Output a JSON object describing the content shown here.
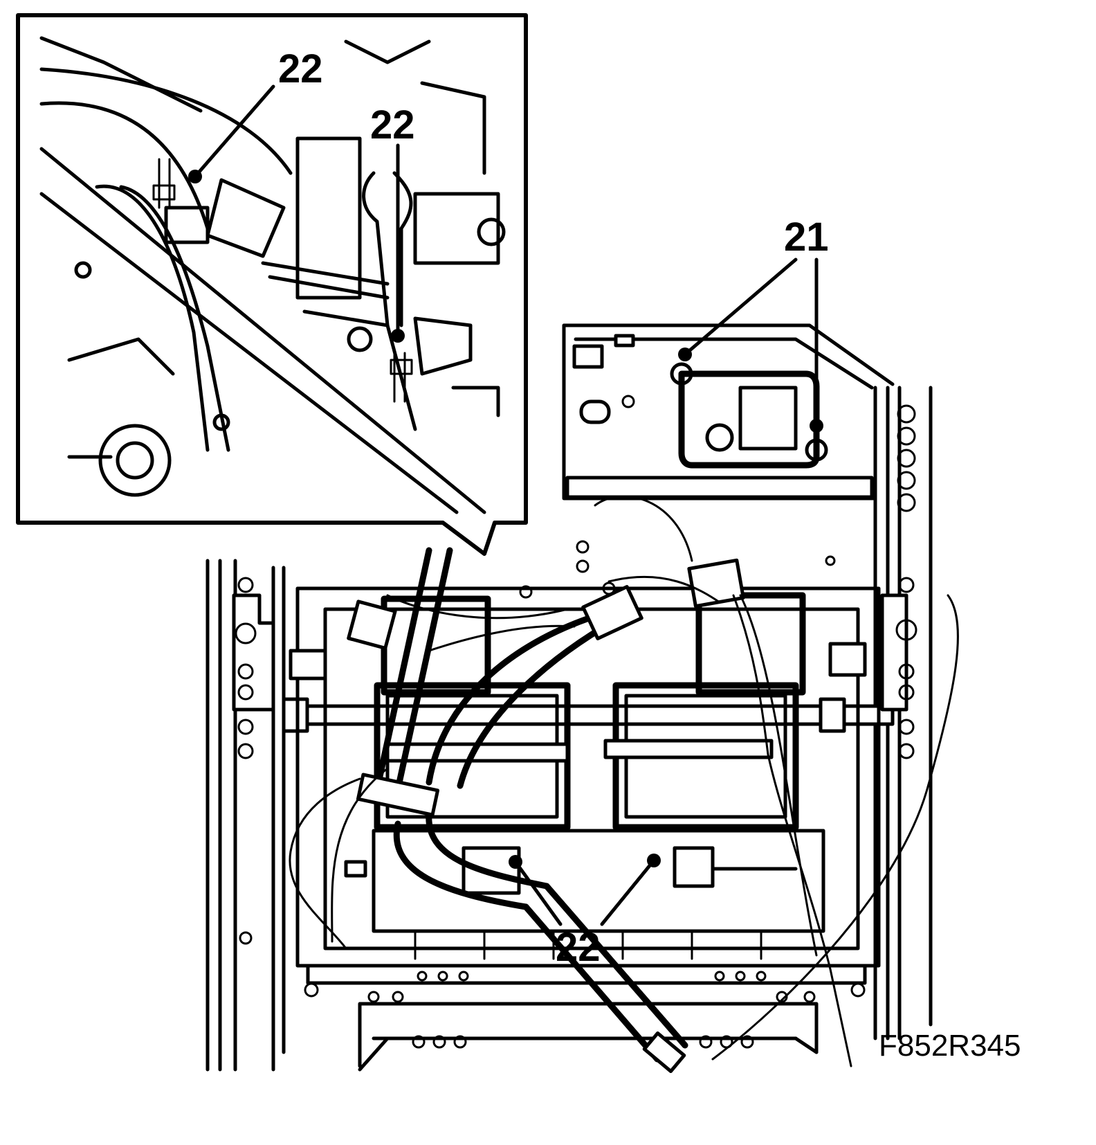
{
  "figure_code": "F852R345",
  "callouts": {
    "inset_upper_left": "22",
    "inset_upper_right": "22",
    "main_upper_right": "21",
    "main_bottom": "22"
  }
}
